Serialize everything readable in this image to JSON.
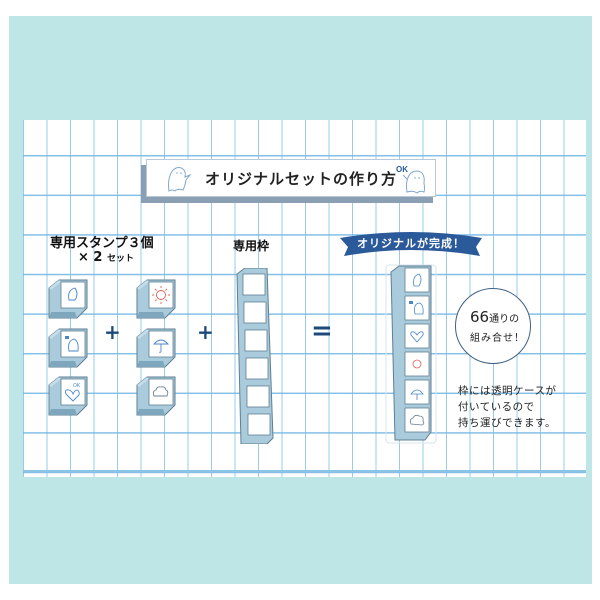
{
  "header": {
    "title": "オリジナルセットの作り方",
    "left_mascot": "ghost-icon",
    "right_mascot": "ghost-ok-icon",
    "right_mascot_badge": "OK"
  },
  "section_stamps": {
    "label_line1": "専用スタンプ３個",
    "label_line2_prefix": "× 2",
    "label_line2_suffix": "セット",
    "set_a": [
      "leaf-heart-icon",
      "ghost-message-icon",
      "heart-ok-icon"
    ],
    "set_b": [
      "sun-icon",
      "umbrella-icon",
      "cloud-icon"
    ]
  },
  "operators": {
    "plus": "+",
    "equals": "="
  },
  "section_frame": {
    "label": "専用枠",
    "slots": 6
  },
  "section_result": {
    "banner": "オリジナルが完成！",
    "stamps": [
      "leaf-heart-icon",
      "ghost-message-icon",
      "heart-ok-icon",
      "sun-icon",
      "umbrella-icon",
      "cloud-icon"
    ]
  },
  "callout": {
    "number": "66",
    "line1_suffix": "通りの",
    "line2": "組み合せ！"
  },
  "note": {
    "line1": "枠には透明ケースが",
    "line2": "付いているので",
    "line3": "持ち運びできます。"
  },
  "colors": {
    "background_teal": "#bfe6e6",
    "grid_line": "#8cc4e6",
    "banner_navy": "#2b5a9a",
    "operator_navy": "#1d4a7a",
    "stamp_body": "#a9cbdc",
    "stamp_icon_blue": "#4a86c8",
    "stamp_icon_red": "#e0605a"
  }
}
